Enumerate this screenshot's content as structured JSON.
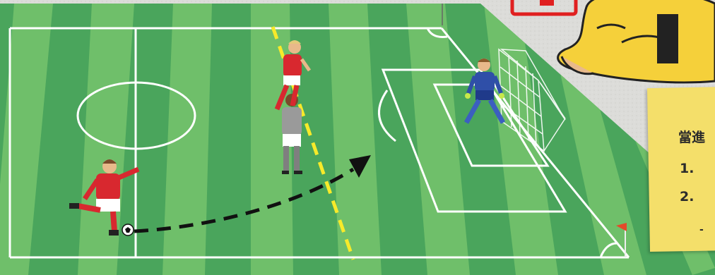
{
  "note": {
    "title": "當進",
    "item1": "1.",
    "item2": "2.",
    "sub": "- "
  },
  "colors": {
    "pitch_dark": "#4aa55c",
    "pitch_light": "#6fbf6a",
    "line": "#ffffff",
    "offside_line": "#f7ea2a",
    "attacker_shirt": "#d8282f",
    "defender_shirt": "#9a9a9a",
    "keeper_shirt": "#2f4fa8",
    "note_bg": "#f4df6a",
    "stamp_red": "#e02020",
    "pass_arrow": "#111111"
  },
  "icons": [
    "soccer-ball-icon",
    "corner-flag-icon",
    "pass-arrow-icon",
    "goal-net-icon"
  ]
}
